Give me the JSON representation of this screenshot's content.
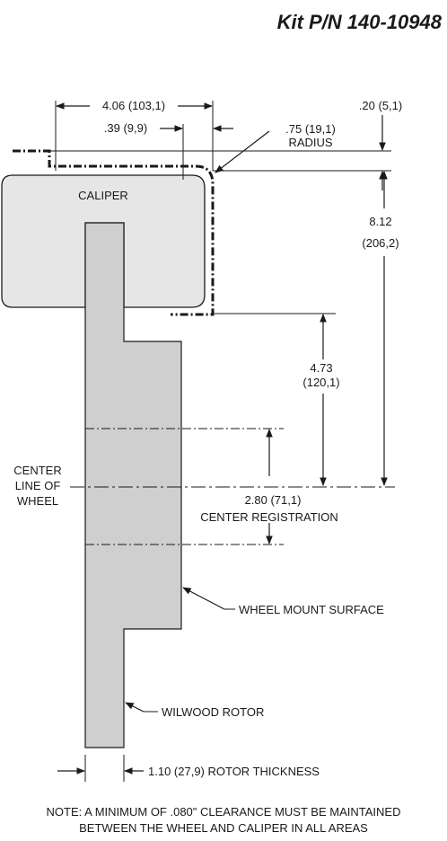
{
  "title": "Kit P/N 140-10948",
  "labels": {
    "caliper": "CALIPER",
    "center_line_1": "CENTER",
    "center_line_2": "LINE OF",
    "center_line_3": "WHEEL",
    "wheel_mount_surface": "WHEEL MOUNT SURFACE",
    "wilwood_rotor": "WILWOOD ROTOR"
  },
  "dimensions": {
    "d_4_06": "4.06 (103,1)",
    "d_0_39": ".39 (9,9)",
    "d_0_20": ".20 (5,1)",
    "d_0_75_value": ".75 (19,1)",
    "d_0_75_label": "RADIUS",
    "d_8_12_value": "8.12",
    "d_8_12_metric": "(206,2)",
    "d_4_73_value": "4.73",
    "d_4_73_metric": "(120,1)",
    "d_2_80_value": "2.80 (71,1)",
    "d_2_80_label": "CENTER REGISTRATION",
    "d_1_10": "1.10 (27,9) ROTOR THICKNESS"
  },
  "note": {
    "line1": "NOTE: A MINIMUM OF .080\" CLEARANCE MUST BE MAINTAINED",
    "line2": "BETWEEN THE WHEEL AND CALIPER IN ALL AREAS"
  },
  "colors": {
    "caliper_fill": "#e6e6e6",
    "rotor_fill": "#cfcfcf",
    "line": "#1a1a1a"
  }
}
